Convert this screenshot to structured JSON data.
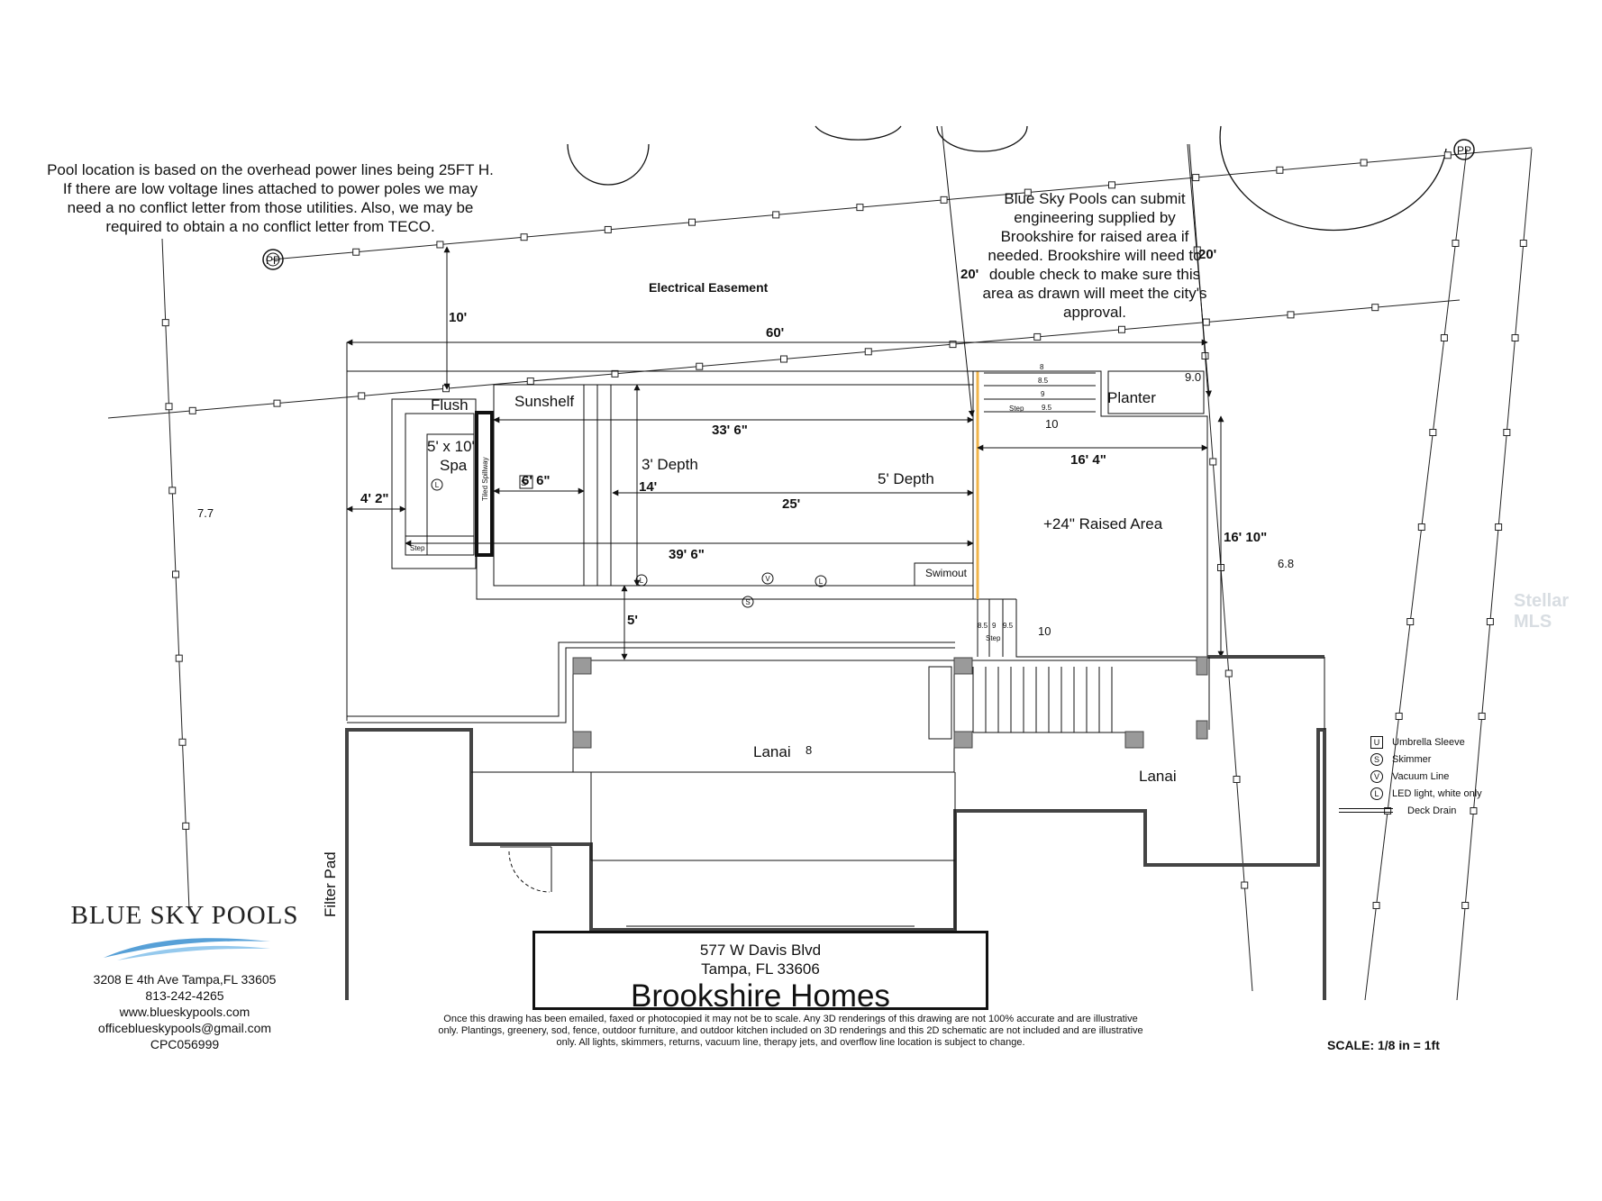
{
  "notes": {
    "power_lines": [
      "Pool location is based on the overhead power lines being 25FT H.",
      "If there are low voltage lines attached to power poles we may",
      "need a no conflict letter from those utilities.  Also, we may be",
      "required to obtain a no conflict letter from TECO."
    ],
    "raised_area": [
      "Blue Sky Pools can submit",
      "engineering supplied by",
      "Brookshire for raised area if",
      "needed.  Brookshire will need to",
      "double check to  make sure this",
      "area as drawn will meet the city's",
      "approval."
    ]
  },
  "labels": {
    "electrical_easement": "Electrical Easement",
    "flush": "Flush",
    "sunshelf": "Sunshelf",
    "spa": "5' x 10'",
    "spa2": "Spa",
    "tiled_spillway": "Tiled Spillway",
    "depth_shallow": "3' Depth",
    "depth_deep": "5' Depth",
    "swimout": "Swimout",
    "step": "Step",
    "planter": "Planter",
    "raised_area": "+24\" Raised Area",
    "lanai_main": "Lanai",
    "lanai_right": "Lanai",
    "filter_pad": "Filter Pad"
  },
  "dimensions": {
    "d10": "10'",
    "d60": "60'",
    "d20a": "20'",
    "d20b": "20'",
    "d33_6": "33' 6\"",
    "d14": "14'",
    "d6_6": "6' 6\"",
    "d25": "25'",
    "d39_6": "39' 6\"",
    "d4_2": "4' 2\"",
    "d5": "5'",
    "d16_4": "16' 4\"",
    "d16_10": "16' 10\""
  },
  "elevations": {
    "e7_7": "7.7",
    "e6_8": "6.8",
    "e9_0": "9.0",
    "e10a": "10",
    "e10b": "10",
    "e8": "8",
    "steps_top": [
      "8",
      "8.5",
      "9",
      "9.5"
    ],
    "steps_bot": [
      "8.5",
      "9",
      "9.5"
    ]
  },
  "legend": [
    {
      "sym": "U",
      "label": "Umbrella Sleeve"
    },
    {
      "sym": "S",
      "label": "Skimmer"
    },
    {
      "sym": "V",
      "label": "Vacuum Line"
    },
    {
      "sym": "L",
      "label": "LED light, white only"
    },
    {
      "sym": "",
      "label": "Deck Drain"
    }
  ],
  "symbols": {
    "light": "L",
    "vacuum": "V",
    "skimmer": "S",
    "pole": "PP"
  },
  "brand": {
    "name": "BLUE SKY POOLS",
    "address": "3208 E 4th Ave Tampa,FL  33605",
    "phone": "813-242-4265",
    "web": "www.blueskypools.com",
    "email": "officeblueskypools@gmail.com",
    "license": "CPC056999",
    "wave_color": "#3a8fd0"
  },
  "title_block": {
    "street": "577 W Davis Blvd",
    "city": "Tampa, FL  33606",
    "builder": "Brookshire Homes"
  },
  "disclaimer": "Once this drawing has been emailed, faxed or photocopied it may not be to scale.  Any 3D renderings of this drawing are not 100% accurate and are illustrative only. Plantings, greenery, sod, fence, outdoor furniture, and outdoor kitchen included on 3D renderings and this 2D schematic are not included and are illustrative only.   All lights, skimmers, returns, vacuum line, therapy jets, and overflow line location is subject to change.",
  "scale": "SCALE: 1/8 in = 1ft",
  "watermark": "Stellar MLS",
  "colors": {
    "wall": "#444",
    "wall_fill": "#9a9a9a",
    "raised_edge": "#f0b44a"
  }
}
